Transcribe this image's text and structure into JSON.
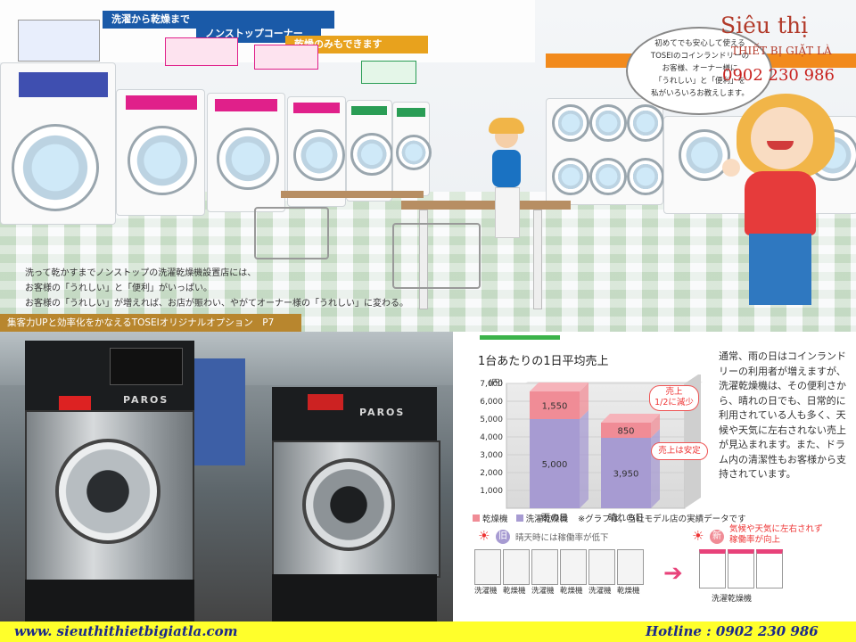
{
  "scene": {
    "banner_1": "洗濯から乾燥まで",
    "banner_2": "ノンストップコーナー",
    "banner_3": "乾燥のみもできます",
    "intro_lines": [
      "洗って乾かすまでノンストップの洗濯乾燥機設置店には、",
      "お客様の「うれしい」と「便利」がいっぱい。",
      "お客様の「うれしい」が増えれば、お店が賑わい、やがてオーナー様の「うれしい」に変わる。"
    ],
    "speech_lines": [
      "初めてでも安心して使える",
      "TOSEIのコインランドリーの",
      "お客様、オーナー様に",
      "「うれしい」と「便利」を",
      "私がいろいろお教えします。"
    ]
  },
  "caption": "集客力UPと効率化をかなえるTOSEIオリジナルオプション　P7",
  "brand": {
    "logo_line1": "Siêu thị",
    "logo_line2": "THIẾT BỊ GIẶT LÀ",
    "logo_phone": "0902 230 986"
  },
  "photo": {
    "machine_brand": "PAROS"
  },
  "info": {
    "title": "1台あたりの1日平均売上",
    "paragraph": "通常、雨の日はコインランドリーの利用者が増えますが、洗濯乾燥機は、その便利さから、晴れの日でも、日常的に利用されている人も多く、天候や天気に左右されない売上が見込まれます。また、ドラム内の清潔性もお客様から支持されています。",
    "callout_down": "売上\n1/2に減少",
    "callout_stable": "売上は安定",
    "legend_dryer": "乾燥機",
    "legend_washdry": "洗濯乾燥機",
    "legend_note": "※グラフは，当社モデル店の実績データです",
    "old_badge": "旧",
    "old_text": "晴天時には稼働率が低下",
    "new_badge": "新",
    "new_text_1": "気候や天気に左右されず",
    "new_text_2": "稼働率が向上",
    "old_machine_labels": [
      "洗濯機",
      "乾燥機",
      "洗濯機",
      "乾燥機",
      "洗濯機",
      "乾燥機"
    ],
    "new_machine_label": "洗濯乾燥機",
    "colors": {
      "dryer": "#f08c96",
      "washdry": "#a79bd2"
    }
  },
  "chart_data": {
    "type": "bar",
    "stacked": true,
    "ylabel": "(円)",
    "ylim": [
      0,
      7000
    ],
    "yticks": [
      "1,000",
      "2,000",
      "3,000",
      "4,000",
      "5,000",
      "6,000",
      "7,000"
    ],
    "categories": [
      "雨の日",
      "晴れの日"
    ],
    "series": [
      {
        "name": "洗濯乾燥機",
        "values": [
          5000,
          3950
        ]
      },
      {
        "name": "乾燥機",
        "values": [
          1550,
          850
        ]
      }
    ],
    "data_labels": [
      [
        "5,000",
        "1,550"
      ],
      [
        "3,950",
        "850"
      ]
    ]
  },
  "footer": {
    "website": "www. sieuthithietbigiatla.com",
    "hotline": "Hotline : 0902 230 986"
  }
}
